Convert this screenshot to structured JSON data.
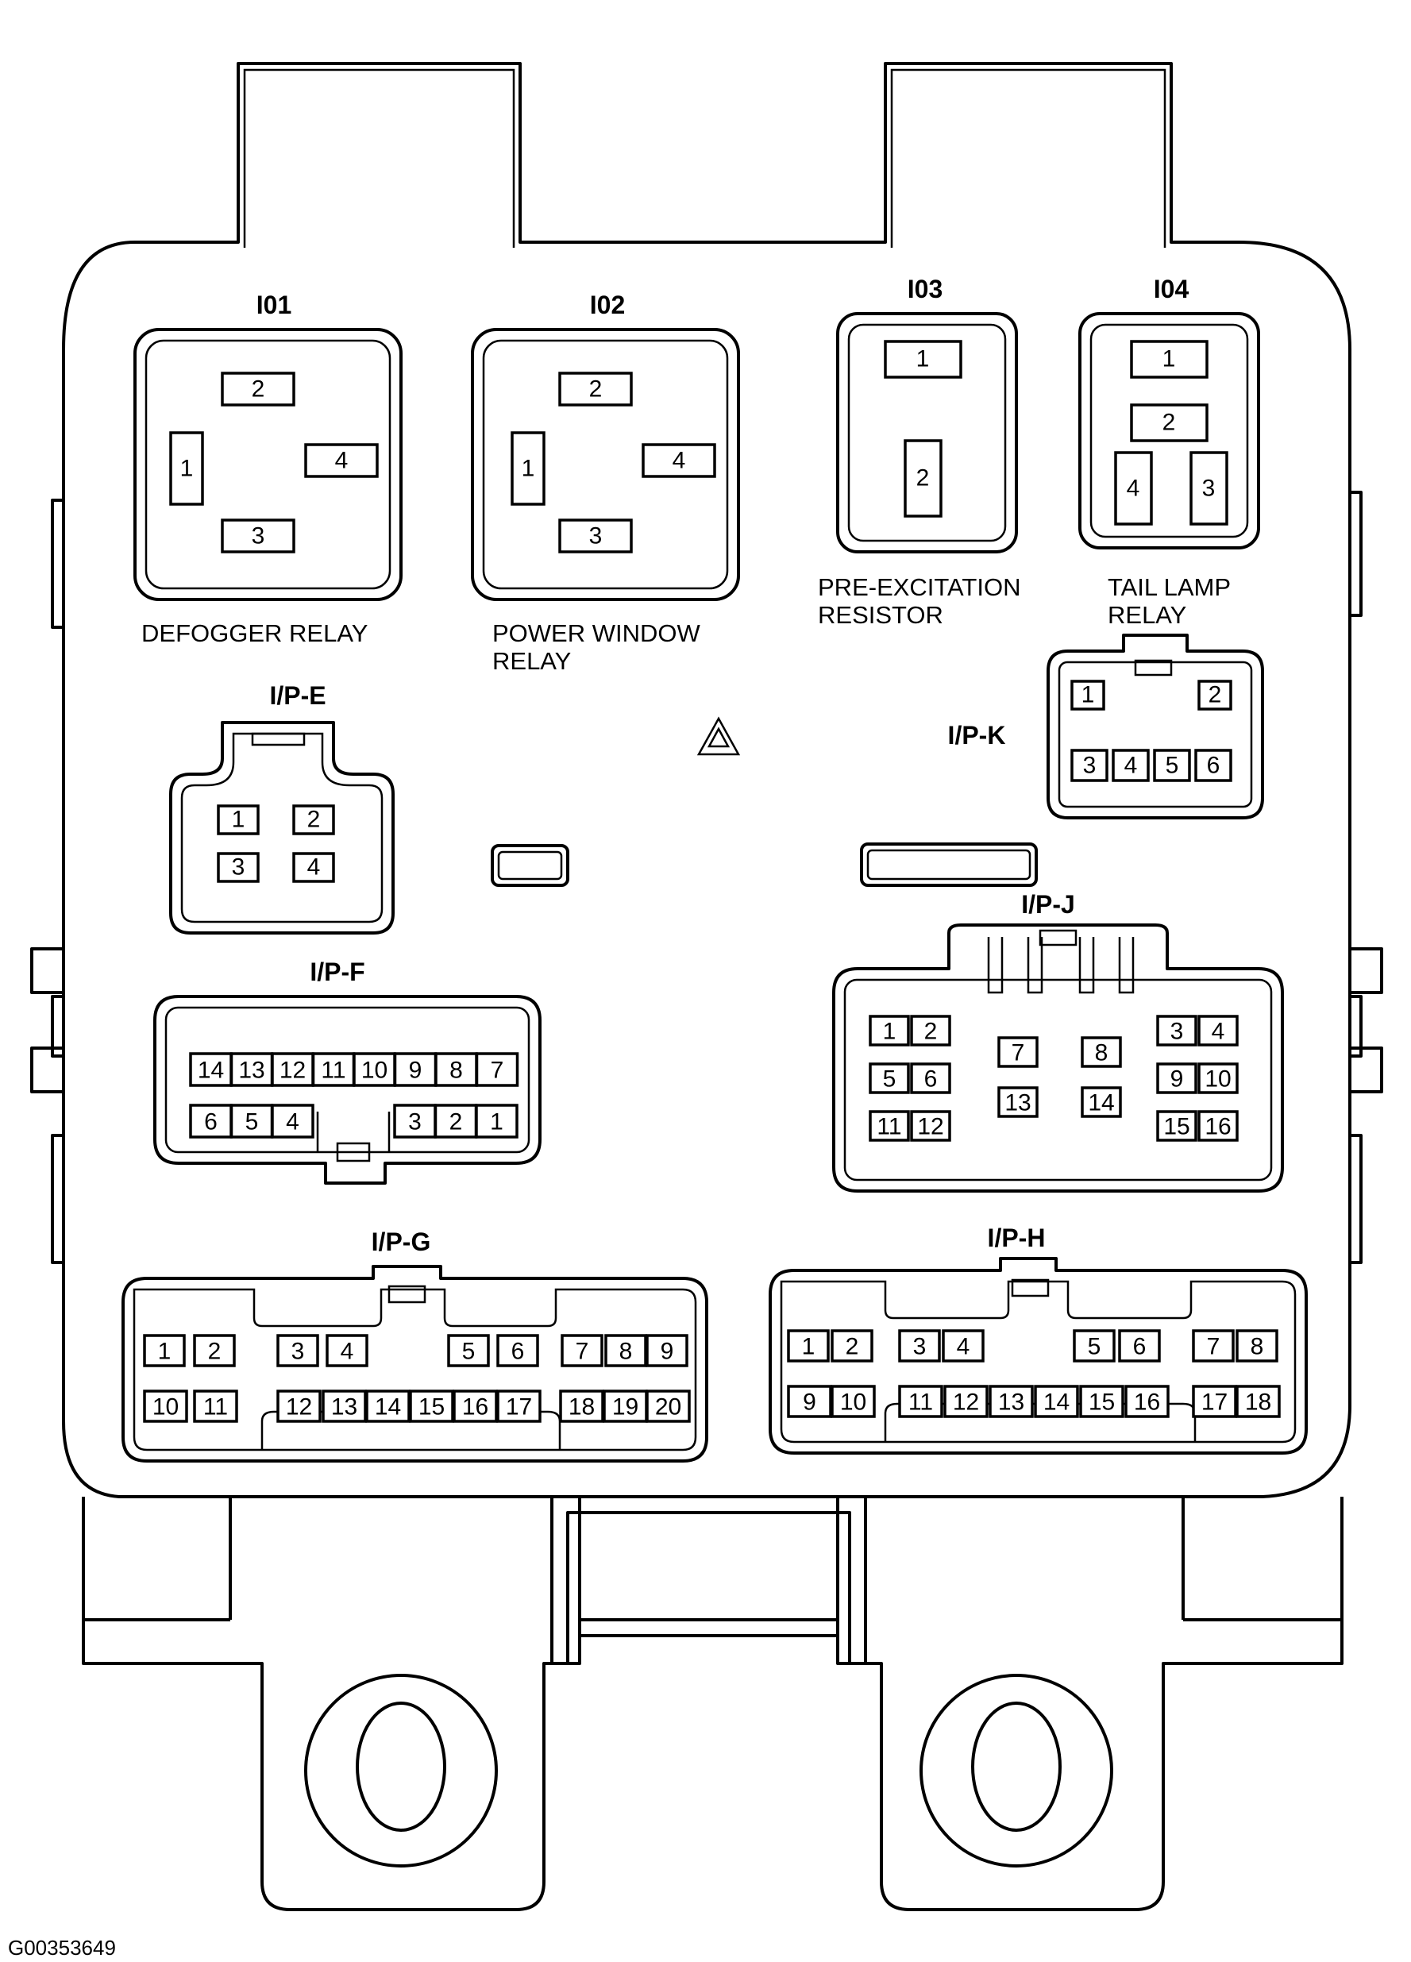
{
  "relays": [
    {
      "id": "I01",
      "label": "DEFOGGER RELAY",
      "pins": [
        "1",
        "2",
        "3",
        "4"
      ]
    },
    {
      "id": "I02",
      "label_lines": [
        "POWER WINDOW",
        "RELAY"
      ],
      "pins": [
        "1",
        "2",
        "3",
        "4"
      ]
    },
    {
      "id": "I03",
      "label_lines": [
        "PRE-EXCITATION",
        "RESISTOR"
      ],
      "pins": [
        "1",
        "2"
      ]
    },
    {
      "id": "I04",
      "label_lines": [
        "TAIL LAMP",
        "RELAY"
      ],
      "pins": [
        "1",
        "2",
        "3",
        "4"
      ]
    }
  ],
  "connectors": {
    "ipe": {
      "name": "I/P-E",
      "pins": [
        "1",
        "2",
        "3",
        "4"
      ]
    },
    "ipk": {
      "name": "I/P-K",
      "pins": [
        "1",
        "2",
        "3",
        "4",
        "5",
        "6"
      ]
    },
    "ipf": {
      "name": "I/P-F",
      "top_row": [
        "14",
        "13",
        "12",
        "11",
        "10",
        "9",
        "8",
        "7"
      ],
      "bottom_left": [
        "6",
        "5",
        "4"
      ],
      "bottom_right": [
        "3",
        "2",
        "1"
      ]
    },
    "ipj": {
      "name": "I/P-J",
      "pins": [
        "1",
        "2",
        "3",
        "4",
        "5",
        "6",
        "7",
        "8",
        "9",
        "10",
        "11",
        "12",
        "13",
        "14",
        "15",
        "16"
      ]
    },
    "ipg": {
      "name": "I/P-G",
      "pins": [
        "1",
        "2",
        "3",
        "4",
        "5",
        "6",
        "7",
        "8",
        "9",
        "10",
        "11",
        "12",
        "13",
        "14",
        "15",
        "16",
        "17",
        "18",
        "19",
        "20"
      ]
    },
    "iph": {
      "name": "I/P-H",
      "pins": [
        "1",
        "2",
        "3",
        "4",
        "5",
        "6",
        "7",
        "8",
        "9",
        "10",
        "11",
        "12",
        "13",
        "14",
        "15",
        "16",
        "17",
        "18"
      ]
    }
  },
  "figure_code": "G00353649"
}
